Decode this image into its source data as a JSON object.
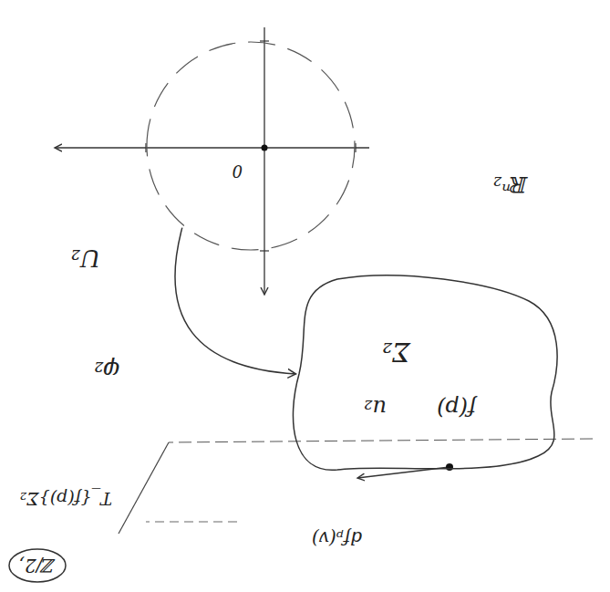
{
  "diagram": {
    "nodes": [
      {
        "text": [
          "Σ₂",
          "f(p)",
          "u₂"
        ]
      },
      {
        "text": [
          "U₂",
          "0"
        ]
      },
      {
        "text": [
          "ℤ/2,"
        ]
      }
    ],
    "edges": [
      {
        "from": 1,
        "to": 0,
        "arrow": "to",
        "label": "φ₂"
      }
    ],
    "labels": [
      "ℝⁿ₂",
      "T_{f(p)}Σ₂",
      "dfₚ(v)"
    ]
  }
}
